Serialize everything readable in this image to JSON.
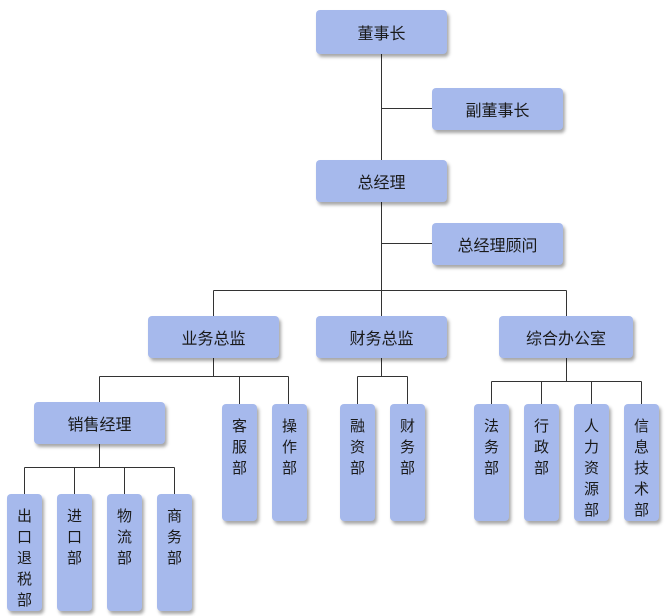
{
  "nodes": {
    "chairman": "董事长",
    "vice_chairman": "副董事长",
    "general_manager": "总经理",
    "gm_advisor": "总经理顾问",
    "business_director": "业务总监",
    "finance_director": "财务总监",
    "general_office": "综合办公室",
    "sales_manager": "销售经理",
    "customer_service": "客服部",
    "operations": "操作部",
    "financing": "融资部",
    "finance_dept": "财务部",
    "legal": "法务部",
    "administration": "行政部",
    "hr": "人力资源部",
    "it": "信息技术部",
    "export_tax_refund": "出口退税部",
    "import": "进口部",
    "logistics": "物流部",
    "commerce": "商务部"
  }
}
